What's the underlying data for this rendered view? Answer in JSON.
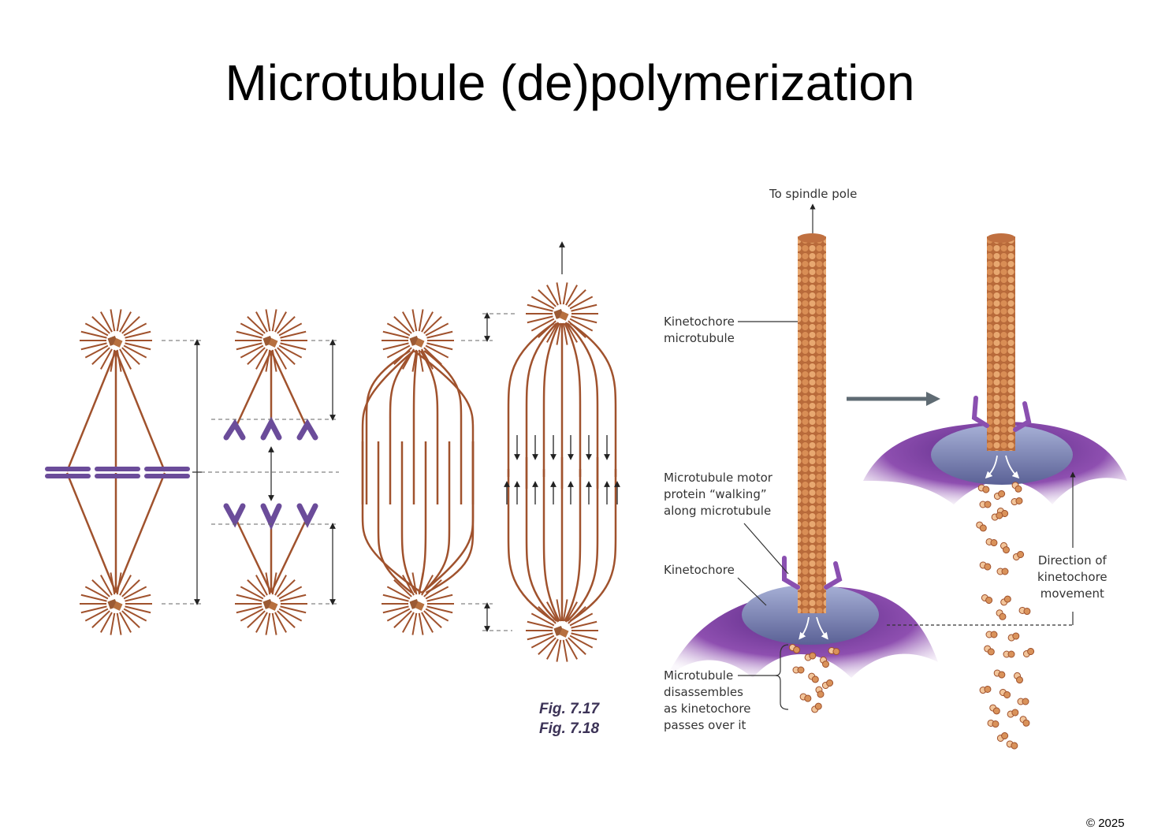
{
  "slide": {
    "title": "Microtubule (de)polymerization",
    "fig_17": "Fig. 7.17",
    "fig_18": "Fig. 7.18",
    "copyright": "© 2025"
  },
  "labels": {
    "to_spindle_pole": "To spindle pole",
    "kinetochore_microtubule": "Kinetochore\nmicrotubule",
    "motor_protein": "Microtubule motor\nprotein “walking”\nalong microtubule",
    "kinetochore": "Kinetochore",
    "disassembles": "Microtubule\ndisassembles\nas kinetochore\npasses over it",
    "direction": "Direction of\nkinetochore\nmovement"
  },
  "colors": {
    "microtubule": "#a0522d",
    "chromosome": "#6b4c9a",
    "kinetochore_disc": "#7b84b5",
    "chromatin": "#8a3fa0",
    "subunit": "#d9925a"
  }
}
